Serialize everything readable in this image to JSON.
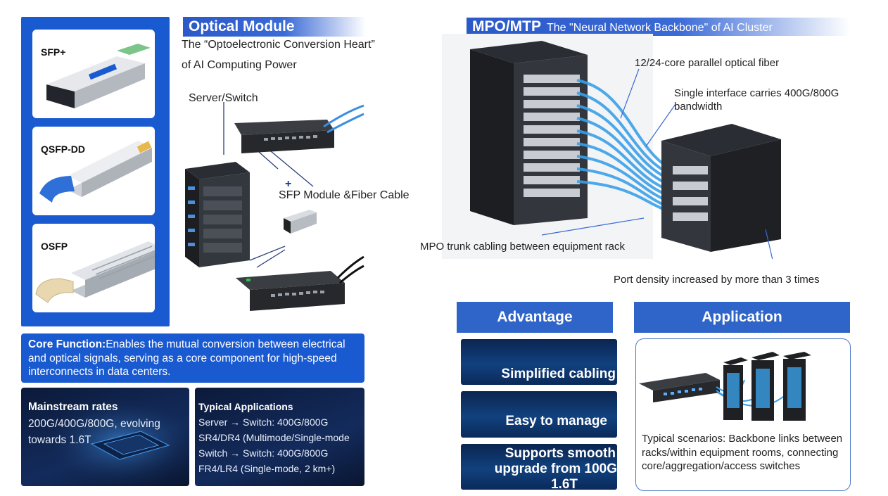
{
  "optical_module": {
    "header": "Optical Module",
    "subtitle_line1": "The “Optoelectronic Conversion Heart”",
    "subtitle_line2": "of AI Computing Power",
    "products": [
      "SFP+",
      "QSFP-DD",
      "OSFP"
    ],
    "diagram_label_server": "Server/Switch",
    "diagram_label_sfp": "SFP Module &Fiber Cable",
    "plus_glyph": "+"
  },
  "core_function": {
    "label": "Core Function:",
    "text": "Enables the mutual conversion between electrical and optical signals, serving as a core component for high-speed interconnects in data centers."
  },
  "mainstream_rates": {
    "title": "Mainstream rates",
    "line1": "200G/400G/800G, evolving",
    "line2": "towards 1.6T"
  },
  "typical_applications": {
    "title": "Typical Applications",
    "items": [
      "Server → Switch: 400G/800G",
      "SR4/DR4 (Multimode/Single-mode",
      "Switch → Switch: 400G/800G",
      "FR4/LR4 (Single-mode, 2 km+)"
    ]
  },
  "mpo": {
    "header": "MPO/MTP",
    "header_sub": "The \"Neural Network Backbone\" of AI Cluster",
    "callouts": {
      "fiber": "12/24-core parallel optical fiber",
      "bandwidth_line1": "Single interface carries 400G/800G",
      "bandwidth_line2": "bandwidth",
      "trunk": "MPO trunk cabling between equipment rack",
      "density": "Port density increased by more than 3 times"
    }
  },
  "advantage": {
    "header": "Advantage",
    "items": [
      "Simplified cabling",
      "Easy to manage",
      "Supports smooth",
      "upgrade from 100G",
      "1.6T"
    ]
  },
  "application": {
    "header": "Application",
    "text": "Typical scenarios: Backbone links between racks/within equipment rooms, connecting core/aggregation/access switches"
  },
  "colors": {
    "brand_blue": "#1a5ad0",
    "header_blue": "#2f64c8",
    "fiber_blue": "#3aa0e8",
    "dark_navy": "#0c1a3a"
  }
}
